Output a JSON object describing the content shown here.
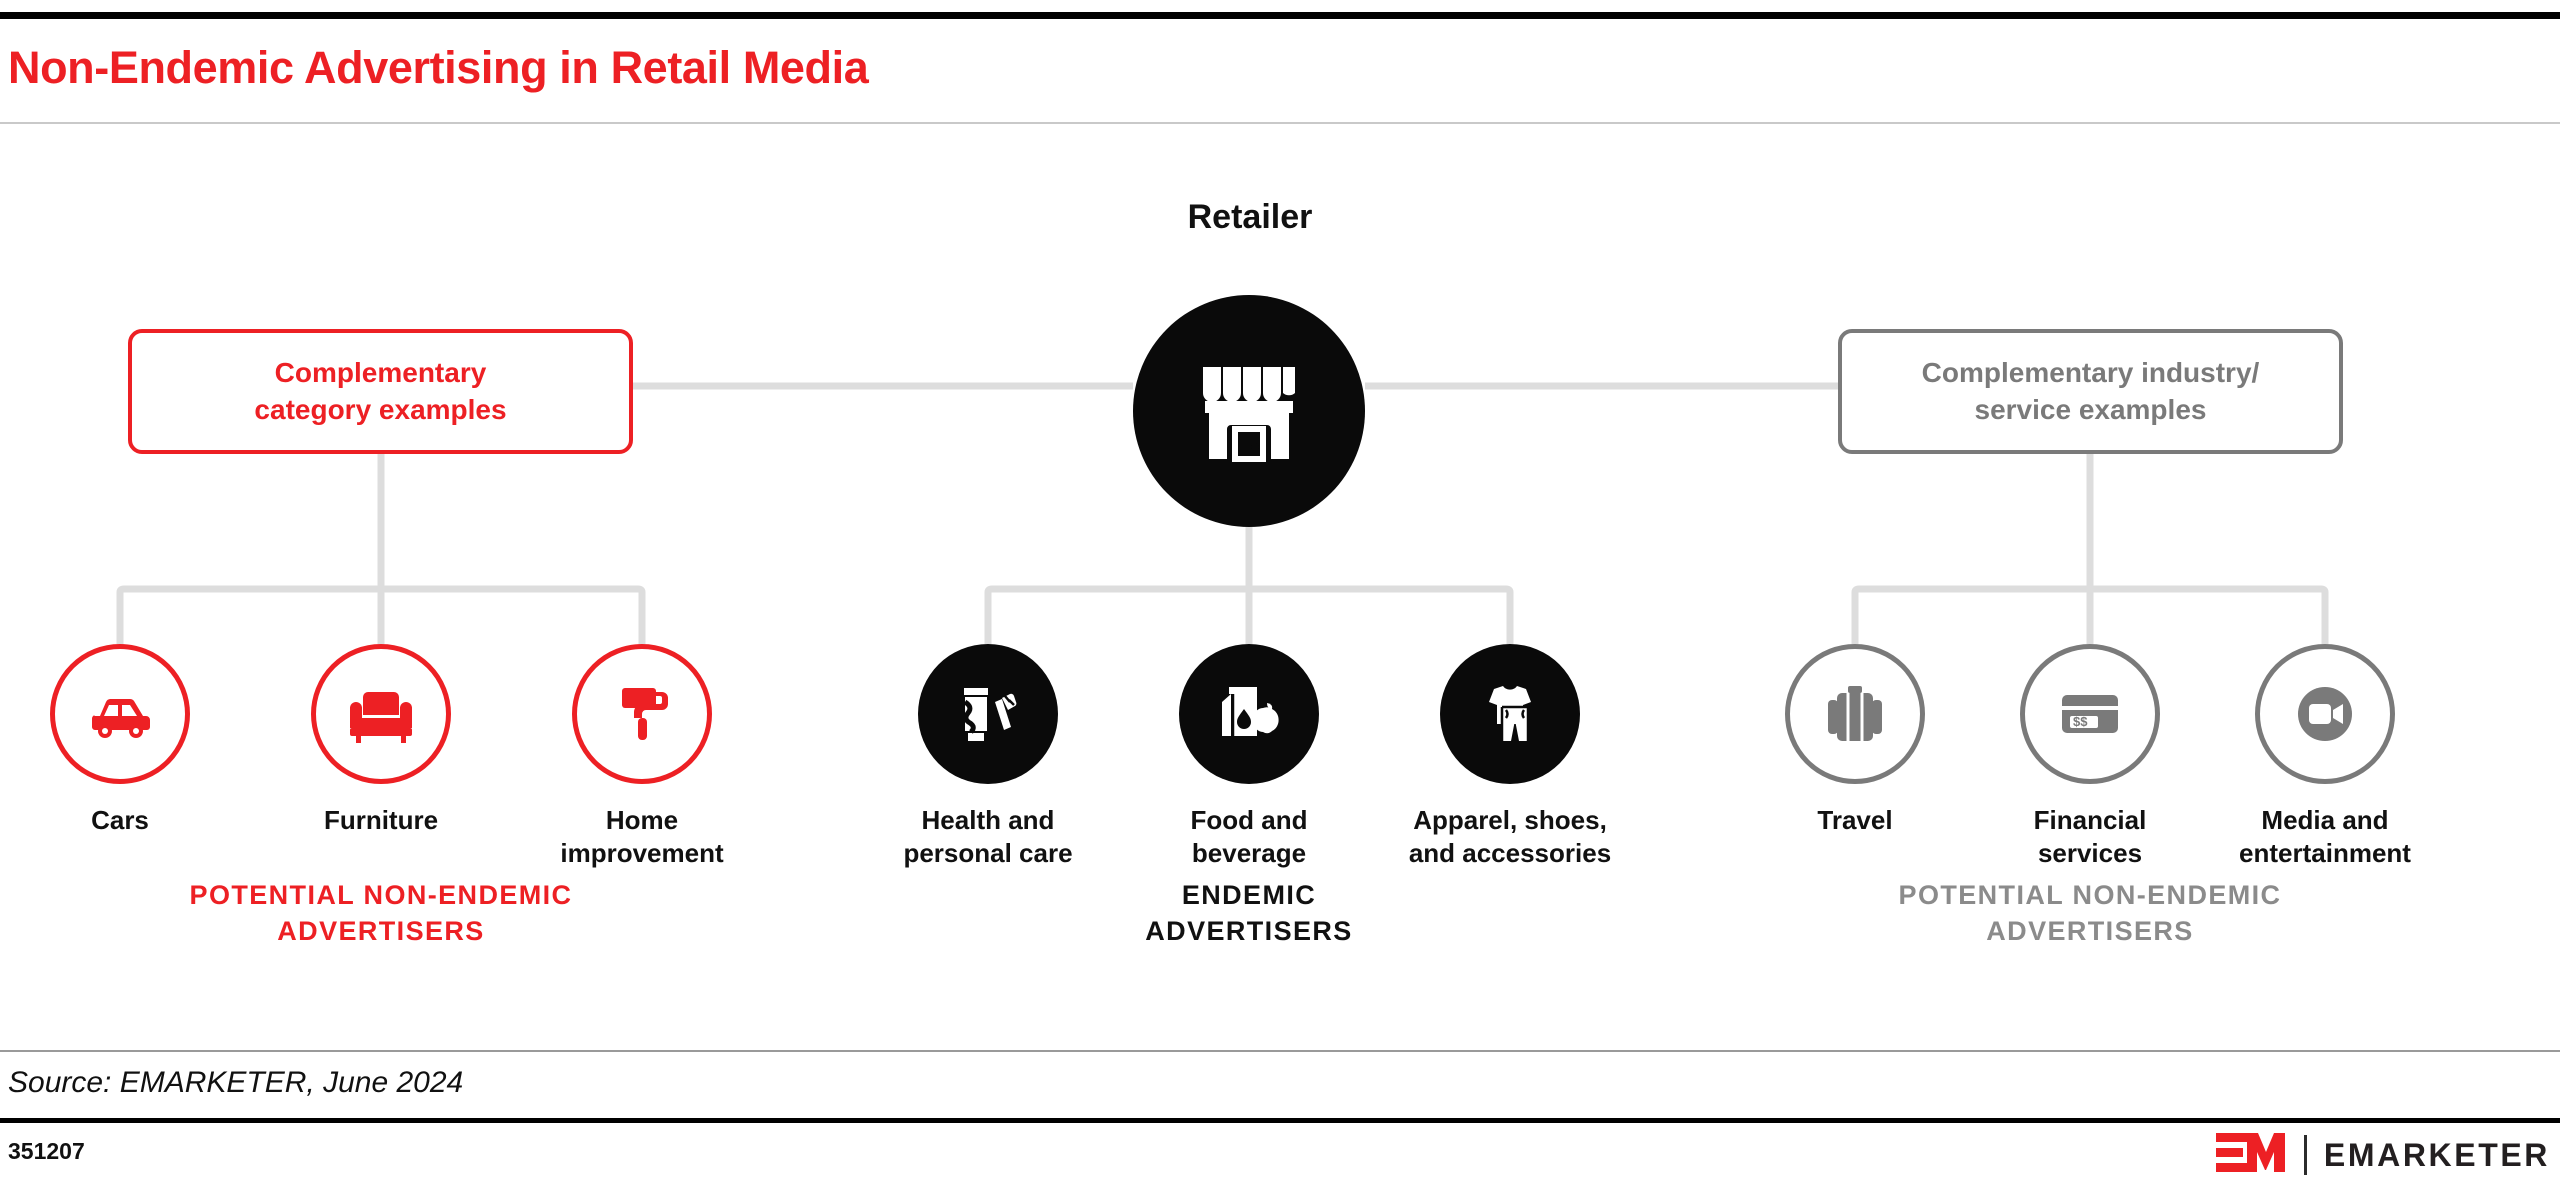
{
  "header": {
    "title": "Non-Endemic Advertising in Retail Media"
  },
  "diagram": {
    "root": {
      "label": "Retailer",
      "icon": "storefront-icon"
    },
    "boxes": {
      "left": "Complementary\ncategory examples",
      "left_line1": "Complementary",
      "left_line2": "category examples",
      "right_line1": "Complementary industry/",
      "right_line2": "service examples"
    },
    "groups": [
      {
        "id": "left",
        "accent": "#ED2024",
        "caption_line1": "POTENTIAL NON-ENDEMIC",
        "caption_line2": "ADVERTISERS",
        "items": [
          {
            "label_line1": "Cars",
            "label_line2": "",
            "icon": "car-icon"
          },
          {
            "label_line1": "Furniture",
            "label_line2": "",
            "icon": "sofa-icon"
          },
          {
            "label_line1": "Home",
            "label_line2": "improvement",
            "icon": "paint-roller-icon"
          }
        ]
      },
      {
        "id": "middle",
        "accent": "#0A0A0A",
        "caption_line1": "ENDEMIC",
        "caption_line2": "ADVERTISERS",
        "items": [
          {
            "label_line1": "Health and",
            "label_line2": "personal care",
            "icon": "toothpaste-toothbrush-icon"
          },
          {
            "label_line1": "Food and",
            "label_line2": "beverage",
            "icon": "milk-carton-apple-icon"
          },
          {
            "label_line1": "Apparel, shoes,",
            "label_line2": "and accessories",
            "icon": "shirt-pants-icon"
          }
        ]
      },
      {
        "id": "right",
        "accent": "#7A7A7A",
        "caption_line1": "POTENTIAL NON-ENDEMIC",
        "caption_line2": "ADVERTISERS",
        "items": [
          {
            "label_line1": "Travel",
            "label_line2": "",
            "icon": "suitcase-icon"
          },
          {
            "label_line1": "Financial",
            "label_line2": "services",
            "icon": "credit-card-dollars-icon"
          },
          {
            "label_line1": "Media and",
            "label_line2": "entertainment",
            "icon": "video-camera-icon"
          }
        ]
      }
    ]
  },
  "footer": {
    "source": "Source: EMARKETER, June 2024",
    "chart_id": "351207",
    "logo_mark": "EM",
    "logo_word": "EMARKETER"
  },
  "colors": {
    "brand_red": "#ED2024",
    "black": "#0A0A0A",
    "gray": "#7A7A7A",
    "connector": "#DDDDDD"
  }
}
